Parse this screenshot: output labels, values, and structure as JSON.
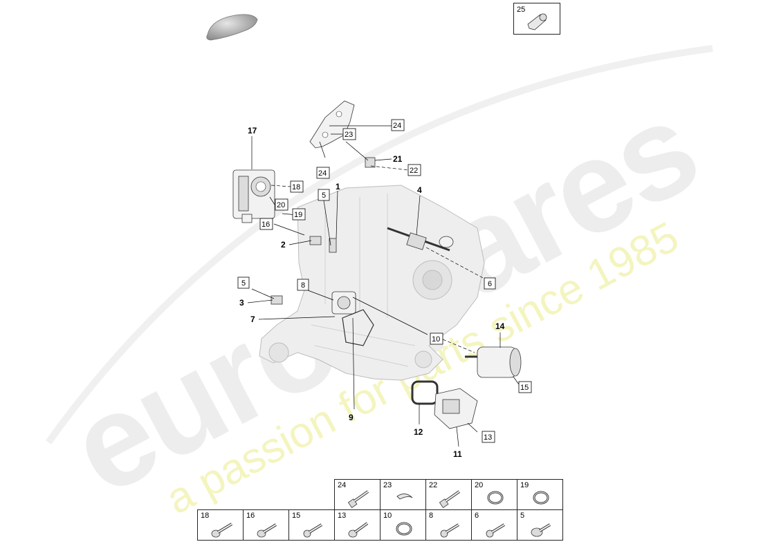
{
  "watermark": {
    "brand": "eurospares",
    "tagline": "a passion for parts since 1985"
  },
  "colors": {
    "watermark_grey": "#ededed",
    "watermark_yellow": "#f4f4bf",
    "line": "#000000",
    "part_fill": "#f2f2f2"
  },
  "callouts": {
    "n1": "1",
    "n2": "2",
    "n3": "3",
    "n4": "4",
    "n7": "7",
    "n9": "9",
    "n11": "11",
    "n12": "12",
    "n14": "14",
    "n17": "17",
    "n21": "21",
    "b5a": "5",
    "b5b": "5",
    "b6": "6",
    "b8": "8",
    "b10": "10",
    "b13": "13",
    "b15": "15",
    "b16": "16",
    "b18": "18",
    "b19": "19",
    "b20": "20",
    "b22": "22",
    "b23": "23",
    "b24a": "24",
    "b24b": "24"
  },
  "tube_box": {
    "number": "25",
    "icon": "tube-icon"
  },
  "fastener_table": {
    "top_row": [
      {
        "number": "24",
        "icon": "bolt-icon"
      },
      {
        "number": "23",
        "icon": "clip-icon"
      },
      {
        "number": "22",
        "icon": "bolt-icon"
      },
      {
        "number": "20",
        "icon": "o-ring-icon"
      },
      {
        "number": "19",
        "icon": "o-ring-icon"
      }
    ],
    "bottom_row": [
      {
        "number": "18",
        "icon": "flange-bolt-icon"
      },
      {
        "number": "16",
        "icon": "flange-bolt-icon"
      },
      {
        "number": "15",
        "icon": "bolt-icon"
      },
      {
        "number": "13",
        "icon": "flange-bolt-icon"
      },
      {
        "number": "10",
        "icon": "o-ring-icon"
      },
      {
        "number": "8",
        "icon": "bolt-icon"
      },
      {
        "number": "6",
        "icon": "bolt-icon"
      },
      {
        "number": "5",
        "icon": "washer-bolt-icon"
      }
    ]
  }
}
